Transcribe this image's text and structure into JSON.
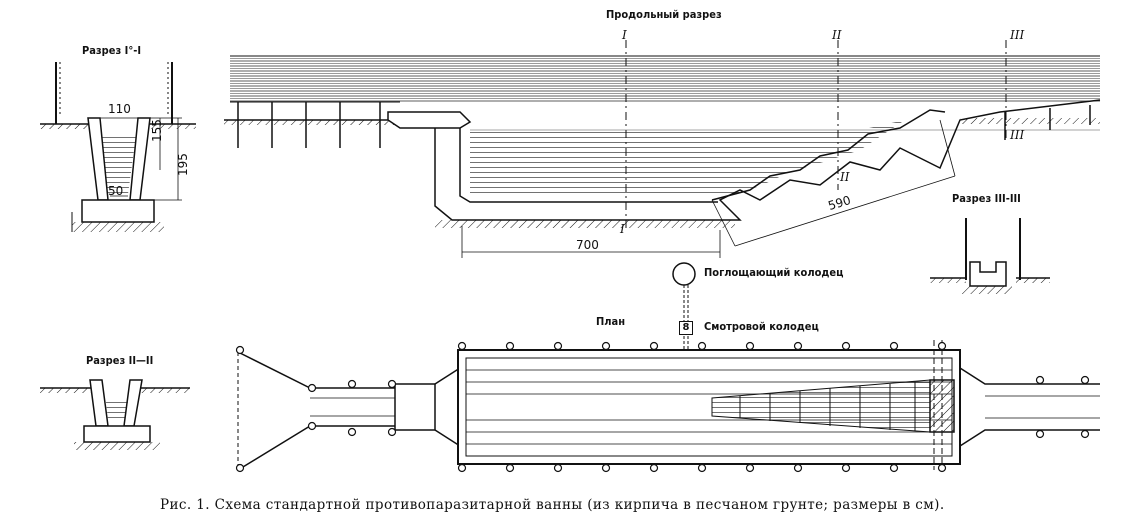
{
  "figure": {
    "labels": {
      "longitudinal": "Продольный разрез",
      "section_1": "Разрез I°-I",
      "section_2": "Разрез II—II",
      "section_3": "Разрез III-III",
      "plan": "План",
      "absorb_well": "Поглощающий колодец",
      "inspect_well": "Смотровой колодец",
      "inspect_well_marker": "8"
    },
    "dimensions": {
      "top_width": "110",
      "bottom_width": "50",
      "depth_a": "155",
      "depth_b": "195",
      "length": "700",
      "ramp": "590"
    },
    "section_marks": {
      "i_top": "I",
      "ii_top": "II",
      "iii_top": "III",
      "i_bottom": "I",
      "ii_bottom": "II",
      "iii_bottom": "III"
    },
    "caption": "Рис. 1. Схема стандартной противопаразитарной ванны (из кирпича в песчаном грунте; размеры в см)."
  }
}
